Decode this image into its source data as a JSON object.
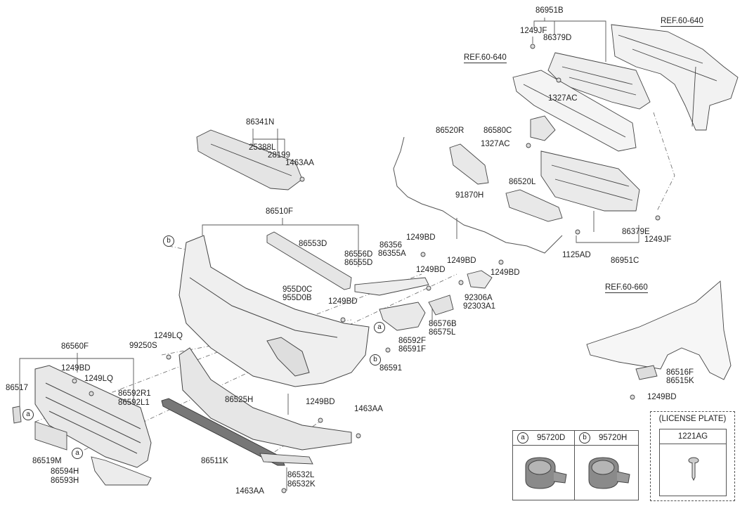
{
  "labels": {
    "p86951B": "86951B",
    "p1249JF_a": "1249JF",
    "p86379D": "86379D",
    "p1327AC_a": "1327AC",
    "p86580C": "86580C",
    "p1327AC_b": "1327AC",
    "p86520R": "86520R",
    "p86520L": "86520L",
    "p91870H": "91870H",
    "p86379E": "86379E",
    "p1249JF_b": "1249JF",
    "p1125AD": "1125AD",
    "p86951C": "86951C",
    "p86341N": "86341N",
    "p25388L": "25388L",
    "p28199": "28199",
    "p1463AA_a": "1463AA",
    "p86510F": "86510F",
    "p86553D": "86553D",
    "p86356": "86356",
    "p86355A": "86355A",
    "p1249BD_a": "1249BD",
    "p86556D": "86556D",
    "p86555D": "86555D",
    "p1249BD_b": "1249BD",
    "p1249BD_c": "1249BD",
    "p1249BD_d": "1249BD",
    "p92306A": "92306A",
    "p92303A1": "92303A1",
    "p955D0C": "955D0C",
    "p955D0B": "955D0B",
    "p1249BD_e": "1249BD",
    "p86576B": "86576B",
    "p86575L": "86575L",
    "p86592F": "86592F",
    "p86591F": "86591F",
    "p86591": "86591",
    "p1249LQ_a": "1249LQ",
    "p99250S": "99250S",
    "p86560F": "86560F",
    "p1249BD_f": "1249BD",
    "p1249LQ_b": "1249LQ",
    "p86517": "86517",
    "p86592R1": "86592R1",
    "p86592L1": "86592L1",
    "p86519M": "86519M",
    "p86594H": "86594H",
    "p86593H": "86593H",
    "p86525H": "86525H",
    "p86511K": "86511K",
    "p1249BD_g": "1249BD",
    "p1463AA_b": "1463AA",
    "p86532L": "86532L",
    "p86532K": "86532K",
    "p1463AA_c": "1463AA",
    "p86516F": "86516F",
    "p86515K": "86515K",
    "p1249BD_h": "1249BD"
  },
  "refs": {
    "r1": "REF.60-640",
    "r2": "REF.60-640",
    "r3": "REF.60-660"
  },
  "callouts": {
    "a": "a",
    "b": "b"
  },
  "legend": {
    "box_a_letter": "a",
    "box_a_part": "95720D",
    "box_b_letter": "b",
    "box_b_part": "95720H",
    "license_title": "(LICENSE PLATE)",
    "license_part": "1221AG"
  }
}
